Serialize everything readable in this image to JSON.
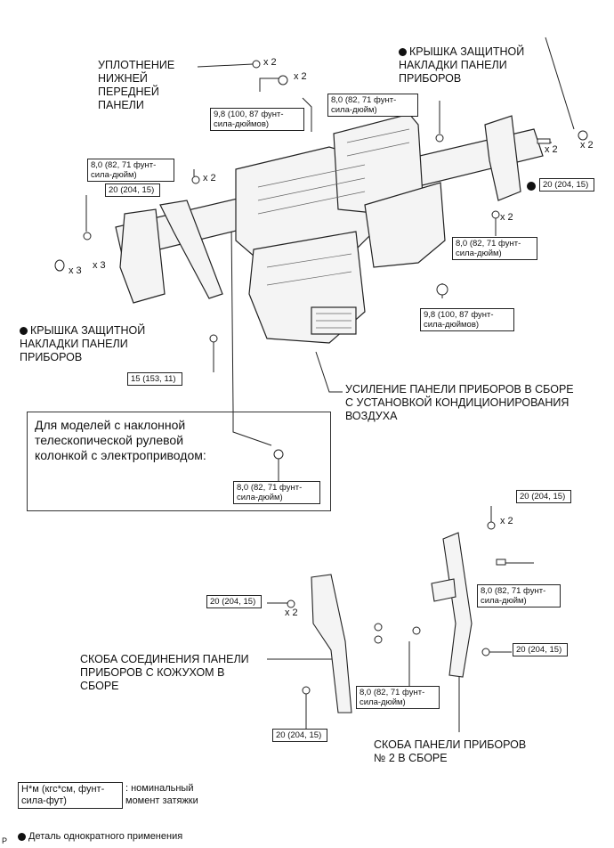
{
  "labels": {
    "seal": "УПЛОТНЕНИЕ\nНИЖНЕЙ\nПЕРЕДНЕЙ\nПАНЕЛИ",
    "cover_right": "КРЫШКА ЗАЩИТНОЙ\nНАКЛАДКИ ПАНЕЛИ\nПРИБОРОВ",
    "cover_left": "КРЫШКА ЗАЩИТНОЙ\nНАКЛАДКИ ПАНЕЛИ\nПРИБОРОВ",
    "reinforcement": "УСИЛЕНИЕ ПАНЕЛИ ПРИБОРОВ В СБОРЕ\nС УСТАНОВКОЙ КОНДИЦИОНИРОВАНИЯ\nВОЗДУХА",
    "inset_note": "Для моделей с наклонной\nтелескопической рулевой\nколонкой с электроприводом:",
    "bracket_link": "СКОБА СОЕДИНЕНИЯ ПАНЕЛИ\nПРИБОРОВ С КОЖУХОМ В\nСБОРЕ",
    "bracket_2": "СКОБА ПАНЕЛИ ПРИБОРОВ\n№ 2 В СБОРЕ"
  },
  "torques": {
    "t98": "9,8 (100, 87 фунт-\nсила-дюймов)",
    "t80": "8,0 (82, 71 фунт-\nсила-дюйм)",
    "t20": "20 (204, 15)",
    "t15": "15 (153, 11)"
  },
  "quantities": {
    "x2": "x 2",
    "x3": "x 3"
  },
  "legend": {
    "unit": "Н*м (кгс*см, фунт-\nсила-фут)",
    "unit_desc": ": номинальный\nмомент затяжки",
    "once": "Деталь однократного применения"
  },
  "corner": "P"
}
